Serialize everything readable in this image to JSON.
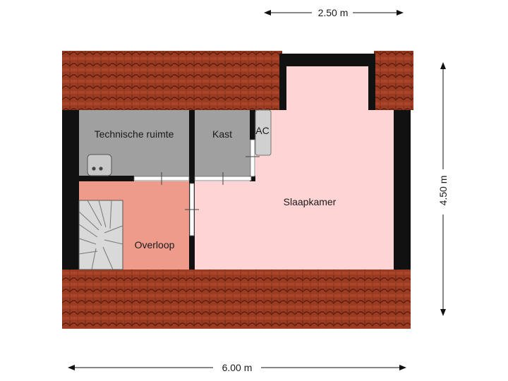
{
  "rooms": {
    "technische_ruimte": "Technische ruimte",
    "kast": "Kast",
    "ac": "AC",
    "slaapkamer": "Slaapkamer",
    "overloop": "Overloop"
  },
  "dimensions": {
    "top": "2.50 m",
    "right": "4.50 m",
    "bottom": "6.00 m"
  },
  "colors": {
    "roof_tile": "#9b3b22",
    "wall": "#111111",
    "slaapkamer": "#ffd4d4",
    "overloop": "#ee9b8c",
    "technical": "#a0a0a0",
    "stairs": "#d9d9d9"
  }
}
